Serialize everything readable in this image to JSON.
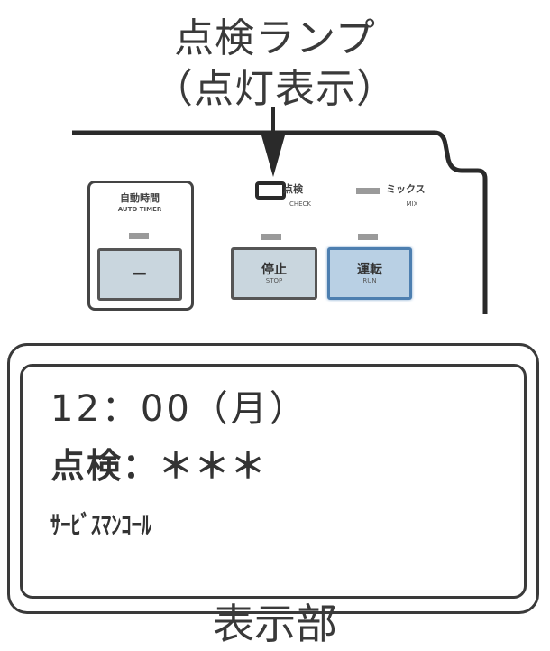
{
  "callout": {
    "line1": "点検ランプ",
    "line2": "（点灯表示）"
  },
  "control_panel": {
    "timer_group": {
      "label_jp": "自動時間",
      "label_en": "AUTO TIMER",
      "button_label": "−"
    },
    "check_lamp": {
      "label_jp": "点検",
      "label_en": "CHECK",
      "state": "lit"
    },
    "mix_lamp": {
      "label_jp": "ミックス",
      "label_en": "MIX",
      "state": "off"
    },
    "stop_button": {
      "label_jp": "停止",
      "label_en": "STOP"
    },
    "run_button": {
      "label_jp": "運転",
      "label_en": "RUN"
    }
  },
  "display": {
    "line1": "12：00（月）",
    "line2": "点検：＊＊＊",
    "line3": "ｻｰﾋﾞｽﾏﾝｺｰﾙ"
  },
  "footer_label": "表示部",
  "colors": {
    "line": "#2a2a2a",
    "button_fill": "#c9d6de",
    "run_button_border": "#4d7fb0",
    "lamp_off": "#9a9a9a"
  }
}
